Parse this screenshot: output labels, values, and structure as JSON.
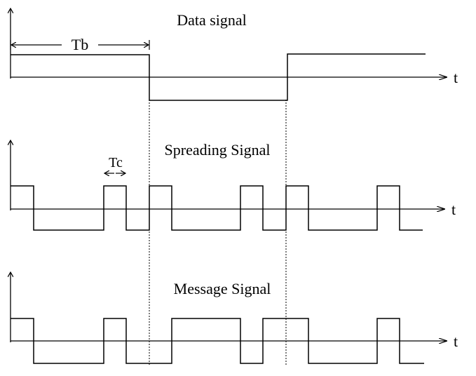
{
  "panels": [
    {
      "id": "data",
      "title": "Data signal",
      "axis_label": "t"
    },
    {
      "id": "spreading",
      "title": "Spreading Signal",
      "axis_label": "t"
    },
    {
      "id": "message",
      "title": "Message Signal",
      "axis_label": "t"
    }
  ],
  "annotations": {
    "bit_period": "Tb",
    "chip_period": "Tc"
  }
}
